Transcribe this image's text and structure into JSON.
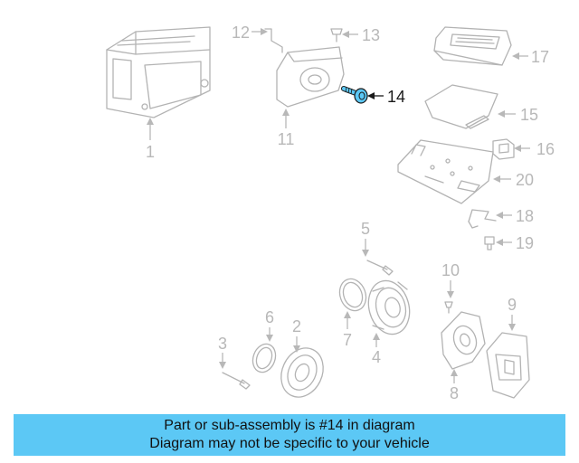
{
  "banner": {
    "line1": "Part or sub-assembly is #14 in diagram",
    "line2": "Diagram may not be specific to your vehicle",
    "color": "#5cc8f5"
  },
  "highlight_color": "#5cc8f5",
  "callouts": {
    "c1": "1",
    "c2": "2",
    "c3": "3",
    "c4": "4",
    "c5": "5",
    "c6": "6",
    "c7": "7",
    "c8": "8",
    "c9": "9",
    "c10": "10",
    "c11": "11",
    "c12": "12",
    "c13": "13",
    "c14": "14",
    "c15": "15",
    "c16": "16",
    "c17": "17",
    "c18": "18",
    "c19": "19",
    "c20": "20"
  },
  "highlighted_part": "14"
}
